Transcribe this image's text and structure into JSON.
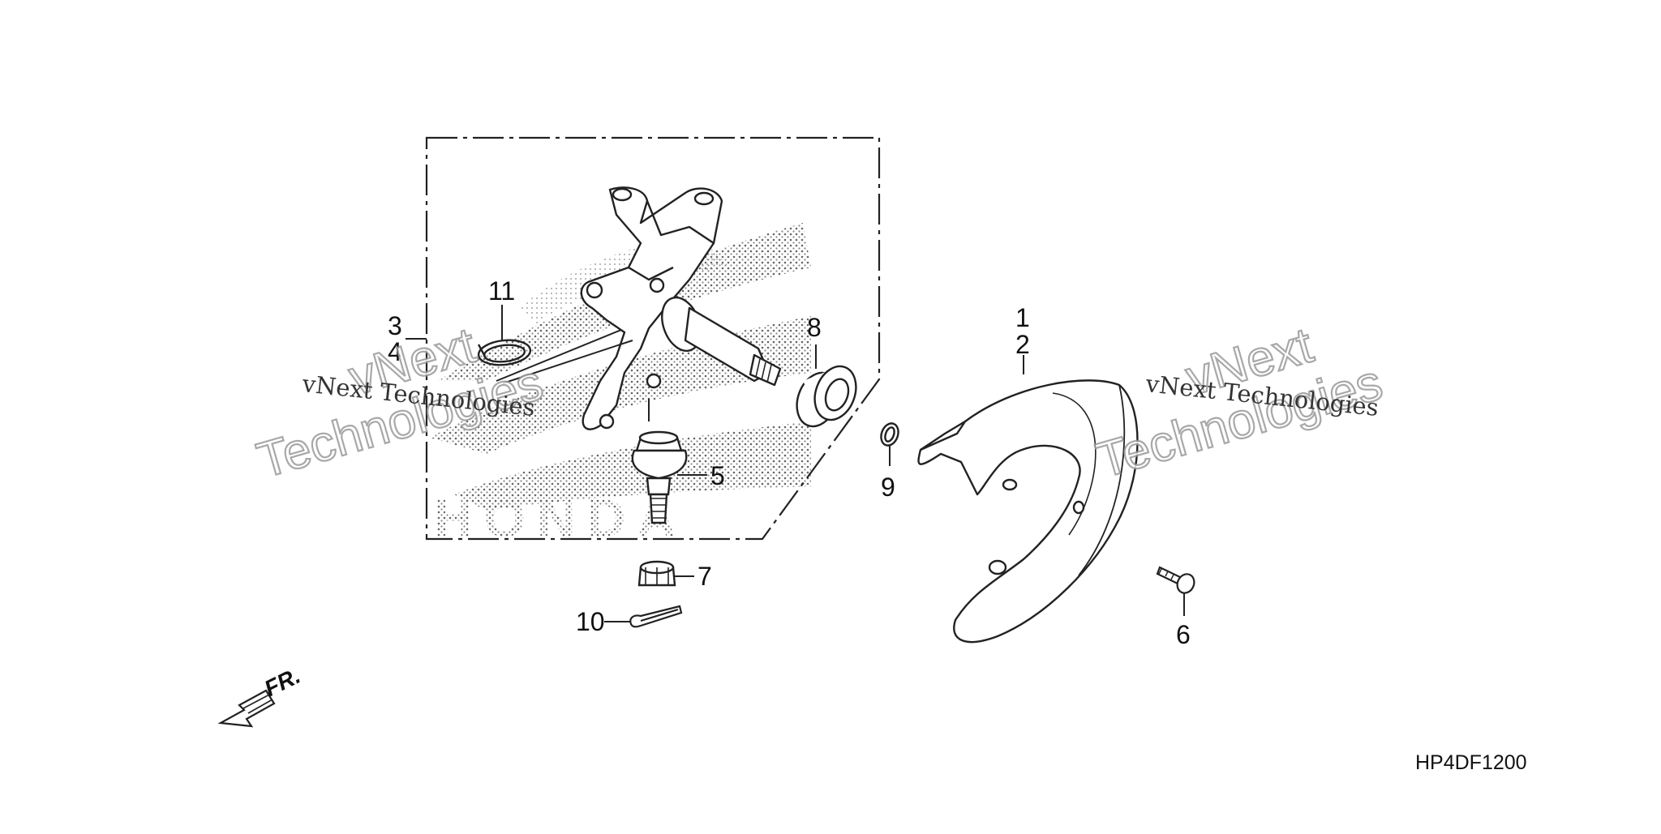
{
  "callouts": {
    "c1": "1",
    "c2": "2",
    "c3": "3",
    "c4": "4",
    "c5": "5",
    "c6": "6",
    "c7": "7",
    "c8": "8",
    "c9": "9",
    "c10": "10",
    "c11": "11"
  },
  "watermarks": {
    "small": "vNext Technologies",
    "big_line1": "vNext",
    "big_line2": "Technologies"
  },
  "logo_text": "HONDA",
  "direction_label": "FR.",
  "diagram_code": "HP4DF1200"
}
